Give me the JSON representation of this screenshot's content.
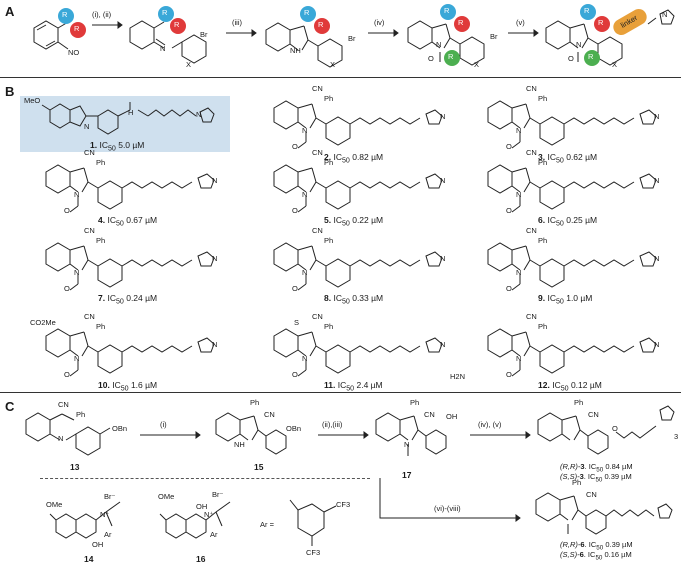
{
  "panels": {
    "a": "A",
    "b": "B",
    "c": "C"
  },
  "panel_a": {
    "steps": [
      "(i), (ii)",
      "(iii)",
      "(iv)",
      "(v)"
    ],
    "atoms": {
      "r1": "R",
      "r1_sup": "1",
      "r2": "R",
      "r2_sup": "2",
      "r3": "R",
      "r3_sup": "3",
      "no2": "NO",
      "no2_sub": "2",
      "br": "Br",
      "x": "X",
      "n": "N",
      "nh": "NH",
      "o": "O",
      "linker": "linker"
    }
  },
  "panel_b": {
    "compounds": [
      {
        "num": "1.",
        "ic": "IC",
        "sub": "50",
        "val": "5.0 µM"
      },
      {
        "num": "2.",
        "ic": "IC",
        "sub": "50",
        "val": "0.82 µM"
      },
      {
        "num": "3.",
        "ic": "IC",
        "sub": "50",
        "val": "0.62 µM"
      },
      {
        "num": "4.",
        "ic": "IC",
        "sub": "50",
        "val": "0.67 µM"
      },
      {
        "num": "5.",
        "ic": "IC",
        "sub": "50",
        "val": "0.22 µM"
      },
      {
        "num": "6.",
        "ic": "IC",
        "sub": "50",
        "val": "0.25 µM"
      },
      {
        "num": "7.",
        "ic": "IC",
        "sub": "50",
        "val": "0.24 µM"
      },
      {
        "num": "8.",
        "ic": "IC",
        "sub": "50",
        "val": "0.33 µM"
      },
      {
        "num": "9.",
        "ic": "IC",
        "sub": "50",
        "val": "1.0 µM"
      },
      {
        "num": "10.",
        "ic": "IC",
        "sub": "50",
        "val": "1.6 µM"
      },
      {
        "num": "11.",
        "ic": "IC",
        "sub": "50",
        "val": "2.4 µM"
      },
      {
        "num": "12.",
        "ic": "IC",
        "sub": "50",
        "val": "0.12 µM"
      }
    ],
    "atoms": {
      "meo": "MeO",
      "cn": "CN",
      "ph": "Ph",
      "n": "N",
      "o": "O",
      "h": "H",
      "co2me": "CO2Me",
      "s": "S",
      "h2n": "H2N",
      "hn": "HN"
    }
  },
  "panel_c": {
    "steps": [
      "(i)",
      "(ii),(iii)",
      "(iv), (v)",
      "(vi)-(viii)"
    ],
    "compounds": [
      "13",
      "15",
      "17",
      "14",
      "16"
    ],
    "results": [
      {
        "stereo": "(R,R)-",
        "num": "3",
        "ic": ". IC",
        "sub": "50",
        "val": "0.84 µM"
      },
      {
        "stereo": "(S,S)-",
        "num": "3",
        "ic": ". IC",
        "sub": "50",
        "val": "0.39 µM"
      },
      {
        "stereo": "(R,R)-",
        "num": "6",
        "ic": ". IC",
        "sub": "50",
        "val": "0.39 µM"
      },
      {
        "stereo": "(S,S)-",
        "num": "6",
        "ic": ". IC",
        "sub": "50",
        "val": "0.16 µM"
      }
    ],
    "atoms": {
      "obn": "OBn",
      "oh": "OH",
      "ome": "OMe",
      "br": "Br⁻",
      "ar_eq": "Ar =",
      "cf3": "CF3",
      "ar": "Ar",
      "n3": "3",
      "nplus": "N⁺"
    }
  }
}
